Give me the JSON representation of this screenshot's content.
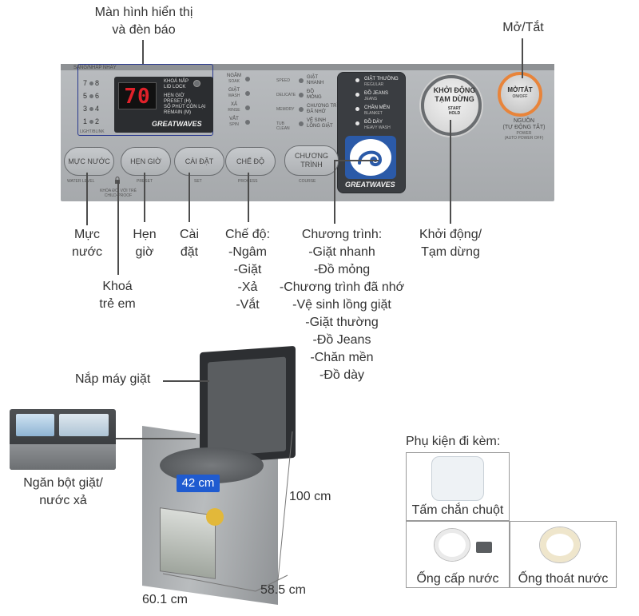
{
  "callouts": {
    "display": [
      "Màn hình hiển thị",
      "và đèn báo"
    ],
    "power": "Mở/Tắt",
    "water_level": [
      "Mực",
      "nước"
    ],
    "preset": [
      "Hẹn",
      "giờ"
    ],
    "set": [
      "Cài",
      "đặt"
    ],
    "process": [
      "Chế độ:",
      "-Ngâm",
      "-Giặt",
      "-Xả",
      "-Vắt"
    ],
    "course": [
      "Chương trình:",
      "-Giặt nhanh",
      "-Đồ mỏng",
      "-Chương trình đã nhớ",
      "-Vệ sinh lồng giặt",
      "-Giặt thường",
      "-Đồ Jeans",
      "-Chăn mền",
      "-Đồ dày"
    ],
    "start": [
      "Khởi động/",
      "Tạm dừng"
    ],
    "child_lock": [
      "Khoá",
      "trẻ em"
    ],
    "lid": "Nắp máy giặt",
    "drawer": [
      "Ngăn bột giặt/",
      "nước xả"
    ]
  },
  "dimensions": {
    "diameter": "42 cm",
    "height": "100 cm",
    "width": "60.1 cm",
    "depth": "58.5 cm"
  },
  "accessories": {
    "title": "Phụ kiện đi kèm:",
    "items": [
      "Tấm chắn chuột",
      "Ống cấp nước",
      "Ống thoát nước"
    ]
  },
  "panel": {
    "display_header": "SÁNG/NHẤP NHÁY",
    "levels": [
      "7",
      "8",
      "5",
      "6",
      "3",
      "4",
      "1",
      "2"
    ],
    "light_blink": "LIGHT/BLINK",
    "digits": "70",
    "lid_lock": [
      "KHOÁ NẮP",
      "LID LOCK"
    ],
    "preset_h": [
      "HẸN GIỜ",
      "PRESET (H)"
    ],
    "remain": [
      "SỐ PHÚT CÒN LẠI",
      "REMAIN (M)"
    ],
    "brand": "GREATWAVES",
    "process_items": [
      [
        "NGÂM",
        "SOAK"
      ],
      [
        "GIẶT",
        "WASH"
      ],
      [
        "XẢ",
        "RINSE"
      ],
      [
        "VẮT",
        "SPIN"
      ]
    ],
    "course_left": [
      [
        "SPEED",
        "GIẶT",
        "NHANH"
      ],
      [
        "DELICATE",
        "ĐỒ",
        "MỎNG"
      ],
      [
        "MEMORY",
        "CHƯƠNG TRÌNH",
        "ĐÃ NHỚ"
      ],
      [
        "TUB CLEAN",
        "VỆ SINH",
        "LỒNG GIẶT"
      ]
    ],
    "course_right": [
      [
        "GIẶT THƯỜNG",
        "REGULAR"
      ],
      [
        "ĐỒ JEANS",
        "JEANS"
      ],
      [
        "CHĂN MỀN",
        "BLANKET"
      ],
      [
        "ĐỒ DÀY",
        "HEAVY WASH"
      ]
    ],
    "buttons": [
      {
        "label": "MỰC NƯỚC",
        "sub": "WATER LEVEL"
      },
      {
        "label": "HẸN GIỜ",
        "sub": "PRESET"
      },
      {
        "label": "CÀI ĐẶT",
        "sub": "SET"
      },
      {
        "label": "CHẾ ĐỘ",
        "sub": "PROCESS"
      },
      {
        "label": "CHƯƠNG TRÌNH",
        "sub": "COURSE"
      }
    ],
    "child_lock": [
      "KHÓA ĐỔI VỚI TRẺ",
      "CHILD-PROOF"
    ],
    "start": [
      "KHỞI ĐỘNG",
      "TẠM DỪNG",
      "START",
      "HOLD"
    ],
    "power": [
      "MỞ/TẮT",
      "ON/OFF"
    ],
    "power_note": [
      "NGUỒN",
      "(TỰ ĐỘNG TẮT)",
      "POWER",
      "(AUTO POWER OFF)"
    ]
  }
}
